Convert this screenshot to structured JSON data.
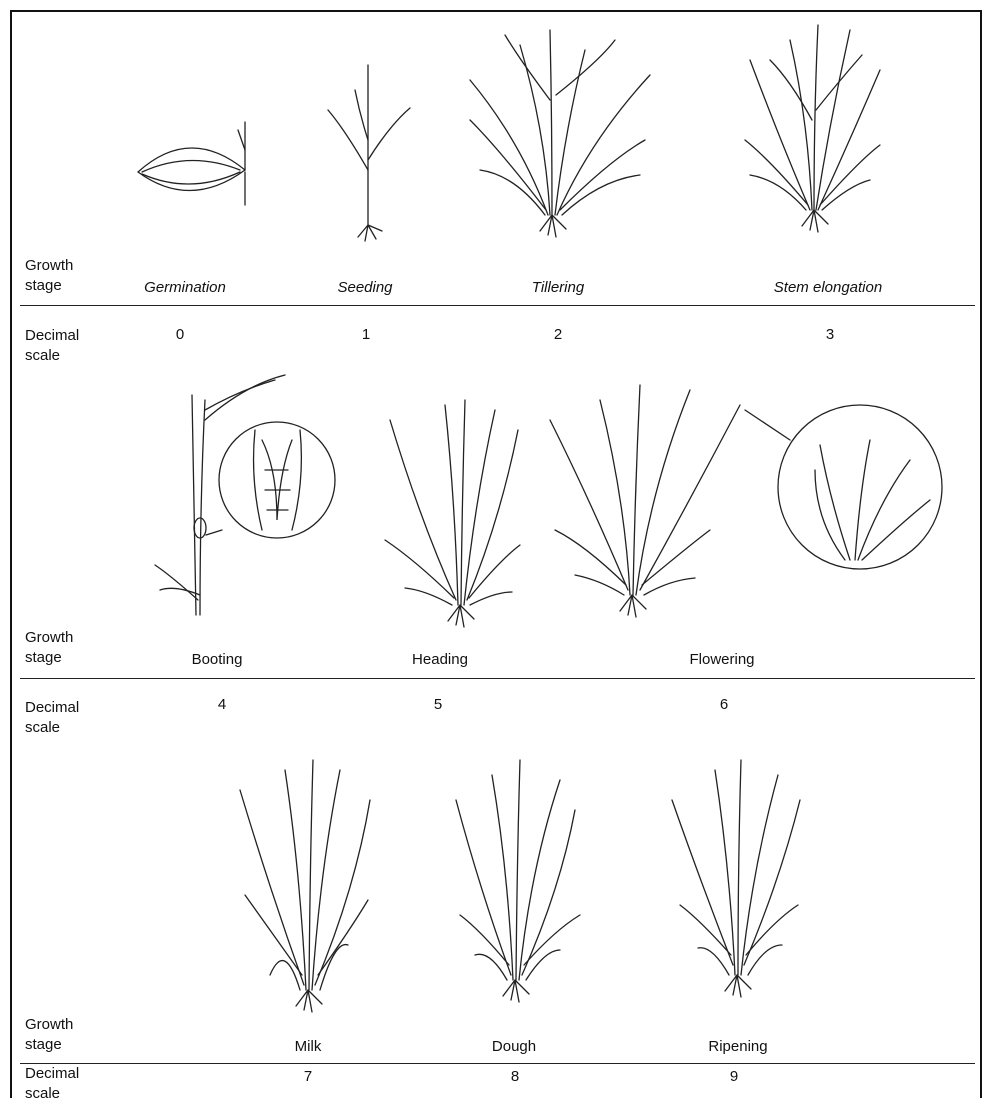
{
  "rows": [
    {
      "stage_label": "Growth\nstage",
      "scale_label": "Decimal\nscale",
      "stages": [
        {
          "name": "Germination",
          "value": "0"
        },
        {
          "name": "Seeding",
          "value": "1"
        },
        {
          "name": "Tillering",
          "value": "2"
        },
        {
          "name": "Stem elongation",
          "value": "3"
        }
      ]
    },
    {
      "stage_label": "Growth\nstage",
      "scale_label": "Decimal\nscale",
      "stages": [
        {
          "name": "Booting",
          "value": "4"
        },
        {
          "name": "Heading",
          "value": "5"
        },
        {
          "name": "Flowering",
          "value": "6"
        }
      ]
    },
    {
      "stage_label": "Growth\nstage",
      "scale_label": "Decimal\nscale",
      "stages": [
        {
          "name": "Milk",
          "value": "7"
        },
        {
          "name": "Dough",
          "value": "8"
        },
        {
          "name": "Ripening",
          "value": "9"
        }
      ]
    }
  ]
}
